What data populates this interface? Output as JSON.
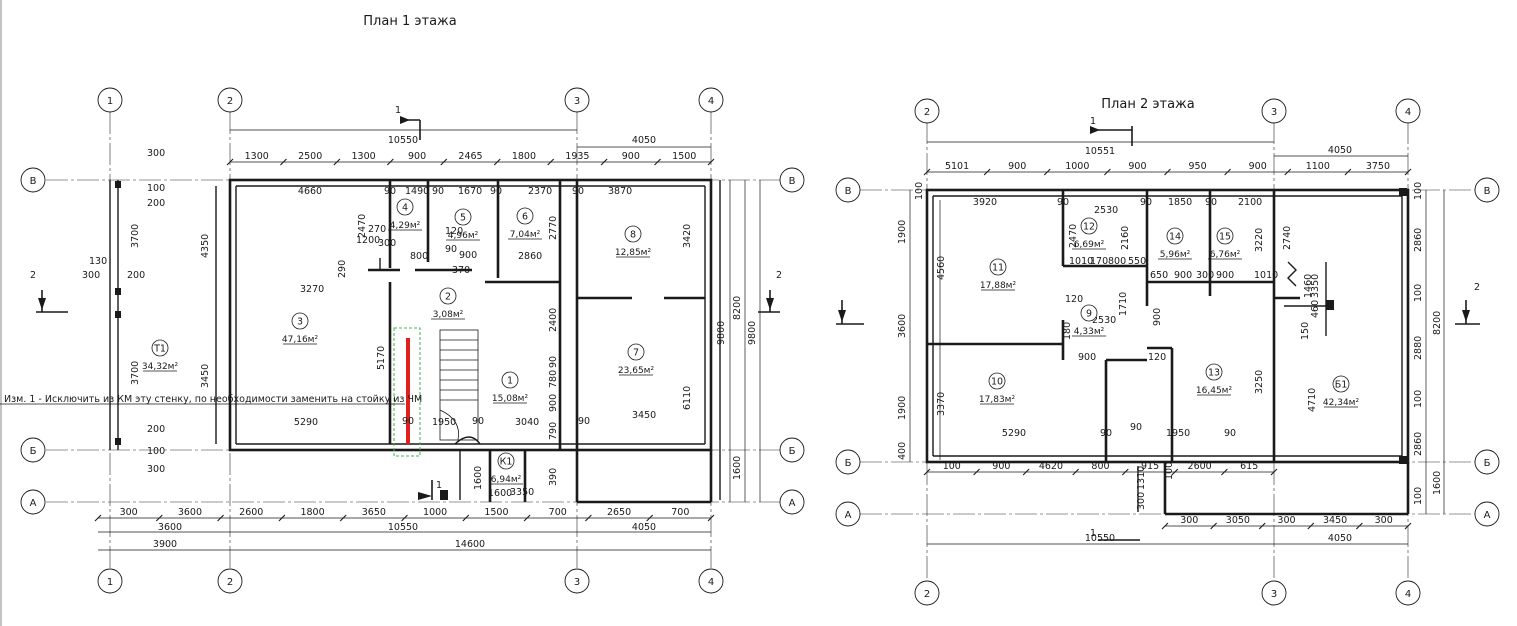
{
  "plan1": {
    "title": "План 1 этажа",
    "axes_v": [
      {
        "label": "1"
      },
      {
        "label": "2"
      },
      {
        "label": "3"
      },
      {
        "label": "4"
      }
    ],
    "axes_h": [
      {
        "label": "В"
      },
      {
        "label": "Б"
      },
      {
        "label": "А"
      }
    ],
    "section_marks": [
      "1",
      "1",
      "2",
      "2"
    ],
    "top_total": "10550",
    "top_right": "4050",
    "top_dims": [
      "1300",
      "2500",
      "1300",
      "900",
      "2465",
      "1800",
      "1935",
      "900",
      "1500"
    ],
    "left_dims": [
      "300",
      "100",
      "200",
      "130",
      "300",
      "200",
      "3700",
      "3700",
      "4350",
      "3450",
      "200",
      "100",
      "300",
      "3270"
    ],
    "right_dims": [
      "3420",
      "6110",
      "9800",
      "8200",
      "9800",
      "1600"
    ],
    "bottom_dims_1": [
      "300",
      "3600",
      "2600",
      "1800",
      "3650",
      "1000",
      "1500",
      "700",
      "2650",
      "700"
    ],
    "bottom_dims_2": [
      "3600",
      "10550",
      "4050"
    ],
    "bottom_dims_3": [
      "3900",
      "14600"
    ],
    "interior_dims": [
      "4660",
      "90",
      "1490",
      "90",
      "1670",
      "90",
      "2370",
      "90",
      "3870",
      "2470",
      "1200",
      "270",
      "300",
      "800",
      "120",
      "90",
      "370",
      "900",
      "2860",
      "2770",
      "290",
      "5170",
      "2400",
      "780",
      "90",
      "900",
      "790",
      "5290",
      "90",
      "1950",
      "90",
      "3040",
      "90",
      "3450",
      "1600",
      "390",
      "1600",
      "3350"
    ],
    "rooms": [
      {
        "num": "3",
        "area": "47,16м²"
      },
      {
        "num": "4",
        "area": "4,29м²"
      },
      {
        "num": "5",
        "area": "4,96м²"
      },
      {
        "num": "6",
        "area": "7,04м²"
      },
      {
        "num": "8",
        "area": "12,85м²"
      },
      {
        "num": "2",
        "area": "3,08м²"
      },
      {
        "num": "1",
        "area": "15,08м²"
      },
      {
        "num": "7",
        "area": "23,65м²"
      },
      {
        "num": "Т1",
        "area": "34,32м²"
      },
      {
        "num": "К1",
        "area": "6,94м²"
      }
    ],
    "note": "Изм. 1 - Исключить из КМ эту стенку, по необходимости заменить на стойку из ЧМ",
    "highlight_color": "#e0201c",
    "dash_box_color": "#3fb54a"
  },
  "plan2": {
    "title": "План 2 этажа",
    "axes_v": [
      {
        "label": "2"
      },
      {
        "label": "3"
      },
      {
        "label": "4"
      }
    ],
    "axes_h": [
      {
        "label": "В"
      },
      {
        "label": "Б"
      },
      {
        "label": "А"
      }
    ],
    "section_marks": [
      "1",
      "1",
      "2"
    ],
    "top_total": "10551",
    "top_right": "4050",
    "top_dims": [
      "5101",
      "900",
      "1000",
      "900",
      "950",
      "900",
      "1100",
      "3750"
    ],
    "left_dims": [
      "100",
      "1900",
      "4560",
      "3600",
      "3370",
      "1900",
      "400"
    ],
    "right_dims": [
      "100",
      "2860",
      "100",
      "2880",
      "100",
      "2860",
      "8200",
      "100",
      "1600"
    ],
    "interior_dims": [
      "3920",
      "90",
      "2530",
      "90",
      "1850",
      "90",
      "2100",
      "2740",
      "2470",
      "2160",
      "1010",
      "170",
      "800",
      "550",
      "650",
      "900",
      "300",
      "900",
      "1010",
      "3220",
      "2530",
      "1710",
      "900",
      "900",
      "120",
      "90",
      "5290",
      "90",
      "1950",
      "90",
      "3250",
      "4710",
      "3350",
      "1460",
      "460",
      "150",
      "180",
      "120"
    ],
    "bottom_dims_1": [
      "100",
      "900",
      "4620",
      "800",
      "915",
      "2600",
      "615"
    ],
    "bottom_dims_2": [
      "300",
      "3050",
      "300",
      "3450",
      "300"
    ],
    "bottom_dims_3": [
      "10550",
      "4050"
    ],
    "stair_dims": [
      "1310",
      "300",
      "100"
    ],
    "rooms": [
      {
        "num": "11",
        "area": "17,88м²"
      },
      {
        "num": "12",
        "area": "6,69м²"
      },
      {
        "num": "14",
        "area": "5,96м²"
      },
      {
        "num": "15",
        "area": "6,76м²"
      },
      {
        "num": "9",
        "area": "4,33м²"
      },
      {
        "num": "10",
        "area": "17,83м²"
      },
      {
        "num": "13",
        "area": "16,45м²"
      },
      {
        "num": "Б1",
        "area": "42,34м²"
      }
    ]
  }
}
